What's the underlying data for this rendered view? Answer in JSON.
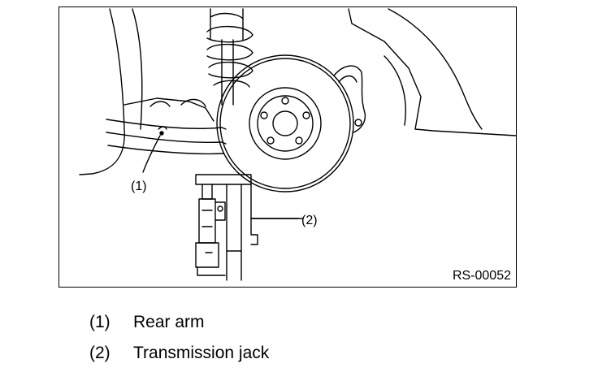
{
  "figure": {
    "id": "RS-00052",
    "callouts": [
      {
        "label": "(1)"
      },
      {
        "label": "(2)"
      }
    ]
  },
  "legend": [
    {
      "num": "(1)",
      "text": "Rear arm"
    },
    {
      "num": "(2)",
      "text": "Transmission jack"
    }
  ]
}
